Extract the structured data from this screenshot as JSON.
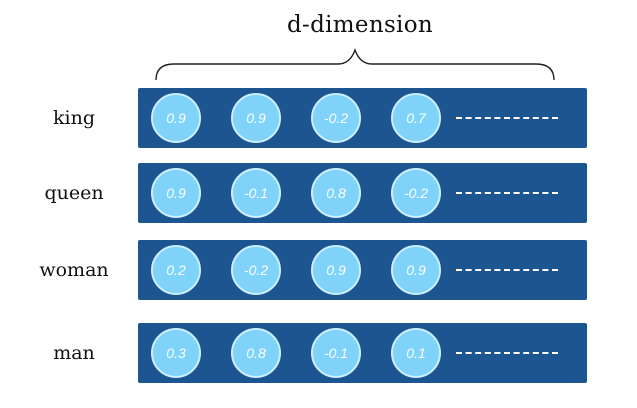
{
  "title": "d-dimension",
  "rows": [
    {
      "word": "king",
      "values": [
        "0.9",
        "0.9",
        "-0.2",
        "0.7"
      ]
    },
    {
      "word": "queen",
      "values": [
        "0.9",
        "-0.1",
        "0.8",
        "-0.2"
      ]
    },
    {
      "word": "woman",
      "values": [
        "0.2",
        "-0.2",
        "0.9",
        "0.9"
      ]
    },
    {
      "word": "man",
      "values": [
        "0.3",
        "0.8",
        "-0.1",
        "0.1"
      ]
    }
  ],
  "colors": {
    "bar": "#1c5590",
    "bubble": "#7fd3fb",
    "text": "#111111"
  }
}
